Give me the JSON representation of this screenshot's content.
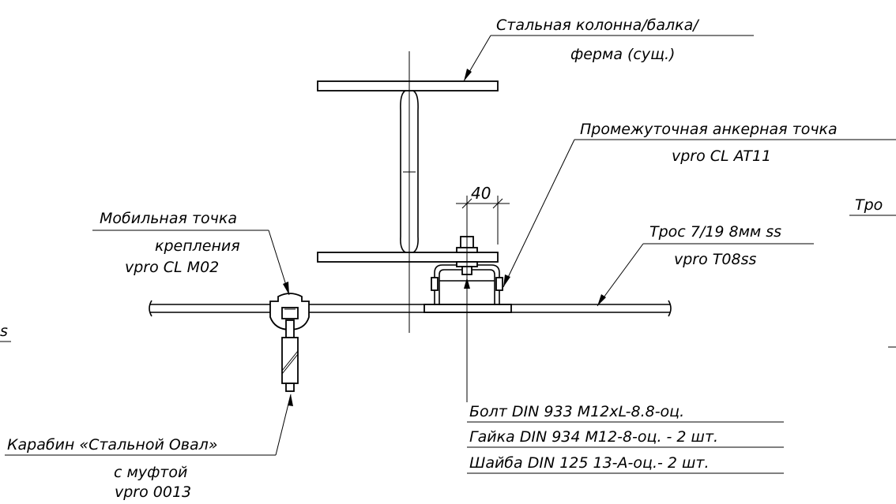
{
  "labels": {
    "beam": [
      "Стальная колонна/балка/",
      "ферма (сущ.)"
    ],
    "anchor": [
      "Промежуточная анкерная точка",
      "vpro CL AT11"
    ],
    "cable": [
      "Трос 7/19 8мм ss",
      "vpro T08ss"
    ],
    "mobile": [
      "Мобильная точка",
      "крепления",
      "vpro CL M02"
    ],
    "carabiner": [
      "Карабин «Стальной Овал»",
      "с муфтой",
      "vpro 0013"
    ],
    "hardware": [
      "Болт DIN 933 M12xL-8.8-оц.",
      "Гайка DIN 934 M12-8-оц. - 2 шт.",
      "Шайба DIN 125 13-A-оц.- 2 шт."
    ],
    "dimension": "40",
    "cut_right": "Тро",
    "cut_left": "s"
  }
}
